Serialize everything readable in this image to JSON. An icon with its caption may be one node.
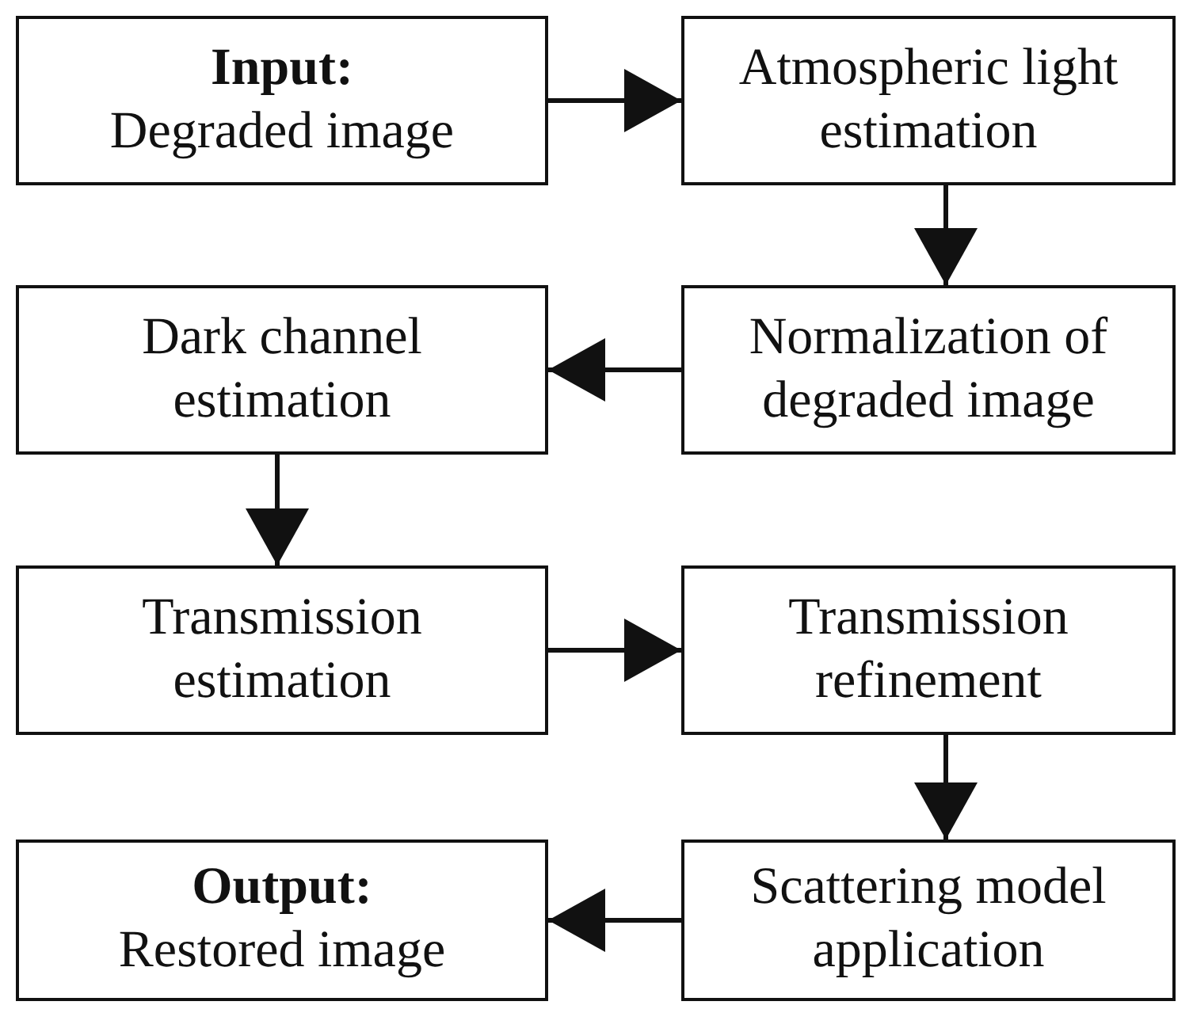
{
  "diagram": {
    "nodes": [
      {
        "text": [
          "Input:",
          "Degraded image"
        ]
      },
      {
        "text": [
          "Atmospheric light estimation"
        ]
      },
      {
        "text": [
          "Dark channel estimation"
        ]
      },
      {
        "text": [
          "Normalization of degraded image"
        ]
      },
      {
        "text": [
          "Transmission estimation"
        ]
      },
      {
        "text": [
          "Transmission refinement"
        ]
      },
      {
        "text": [
          "Output:",
          "Restored image"
        ]
      },
      {
        "text": [
          "Scattering model application"
        ]
      }
    ],
    "edges": [
      {
        "from": 0,
        "to": 1,
        "arrow": "to"
      },
      {
        "from": 1,
        "to": 3,
        "arrow": "to"
      },
      {
        "from": 3,
        "to": 2,
        "arrow": "to"
      },
      {
        "from": 2,
        "to": 4,
        "arrow": "to"
      },
      {
        "from": 4,
        "to": 5,
        "arrow": "to"
      },
      {
        "from": 5,
        "to": 7,
        "arrow": "to"
      },
      {
        "from": 7,
        "to": 6,
        "arrow": "to"
      }
    ]
  }
}
